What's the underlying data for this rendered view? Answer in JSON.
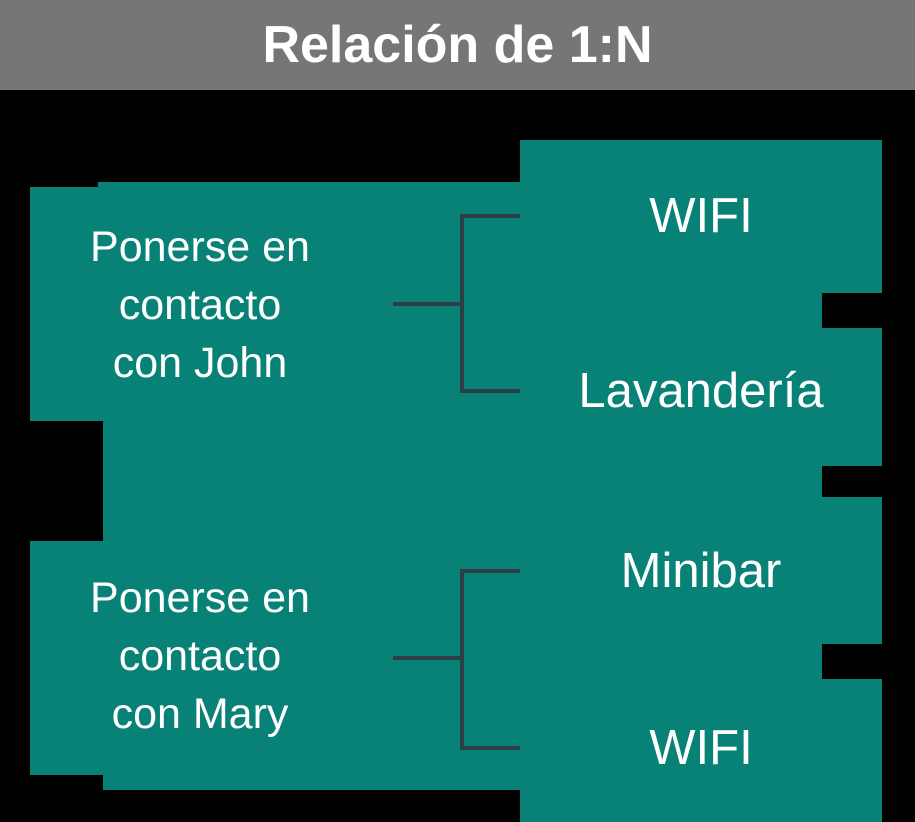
{
  "header": {
    "title": "Relación de 1:N"
  },
  "diagram": {
    "parents": [
      {
        "id": "john",
        "lines": [
          "Ponerse en",
          "contacto",
          "con John"
        ]
      },
      {
        "id": "mary",
        "lines": [
          "Ponerse en",
          "contacto",
          "con Mary"
        ]
      }
    ],
    "children": [
      {
        "label": "WIFI"
      },
      {
        "label": "Lavandería"
      },
      {
        "label": "Minibar"
      },
      {
        "label": "WIFI"
      }
    ],
    "colors": {
      "node_fill": "#088276",
      "connector": "#2f3d44",
      "header_bg": "#767676",
      "text": "#ffffff",
      "background": "#000000"
    }
  }
}
